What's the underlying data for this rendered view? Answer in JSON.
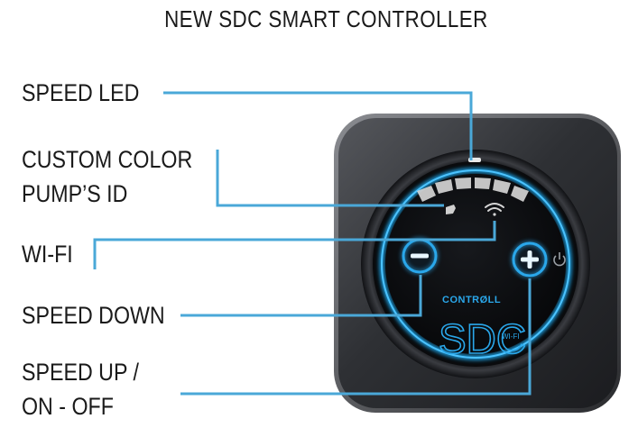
{
  "title": "NEW SDC SMART CONTROLLER",
  "labels": {
    "speed_led": "SPEED LED",
    "custom_color_line1": "CUSTOM COLOR",
    "custom_color_line2": "PUMP’S ID",
    "wifi": "WI-FI",
    "speed_down": "SPEED DOWN",
    "speed_up_line1": "SPEED UP /",
    "speed_up_line2": "ON - OFF"
  },
  "device": {
    "brand": "CONTRØLL",
    "model": "SDC",
    "model_suffix": "WI-FI",
    "minus_symbol": "−",
    "plus_symbol": "+"
  },
  "colors": {
    "leader_line": "#4aa8d8",
    "glow": "#1d9fe0",
    "device_body": "#2b2c30",
    "device_face": "#0b0c0f"
  }
}
